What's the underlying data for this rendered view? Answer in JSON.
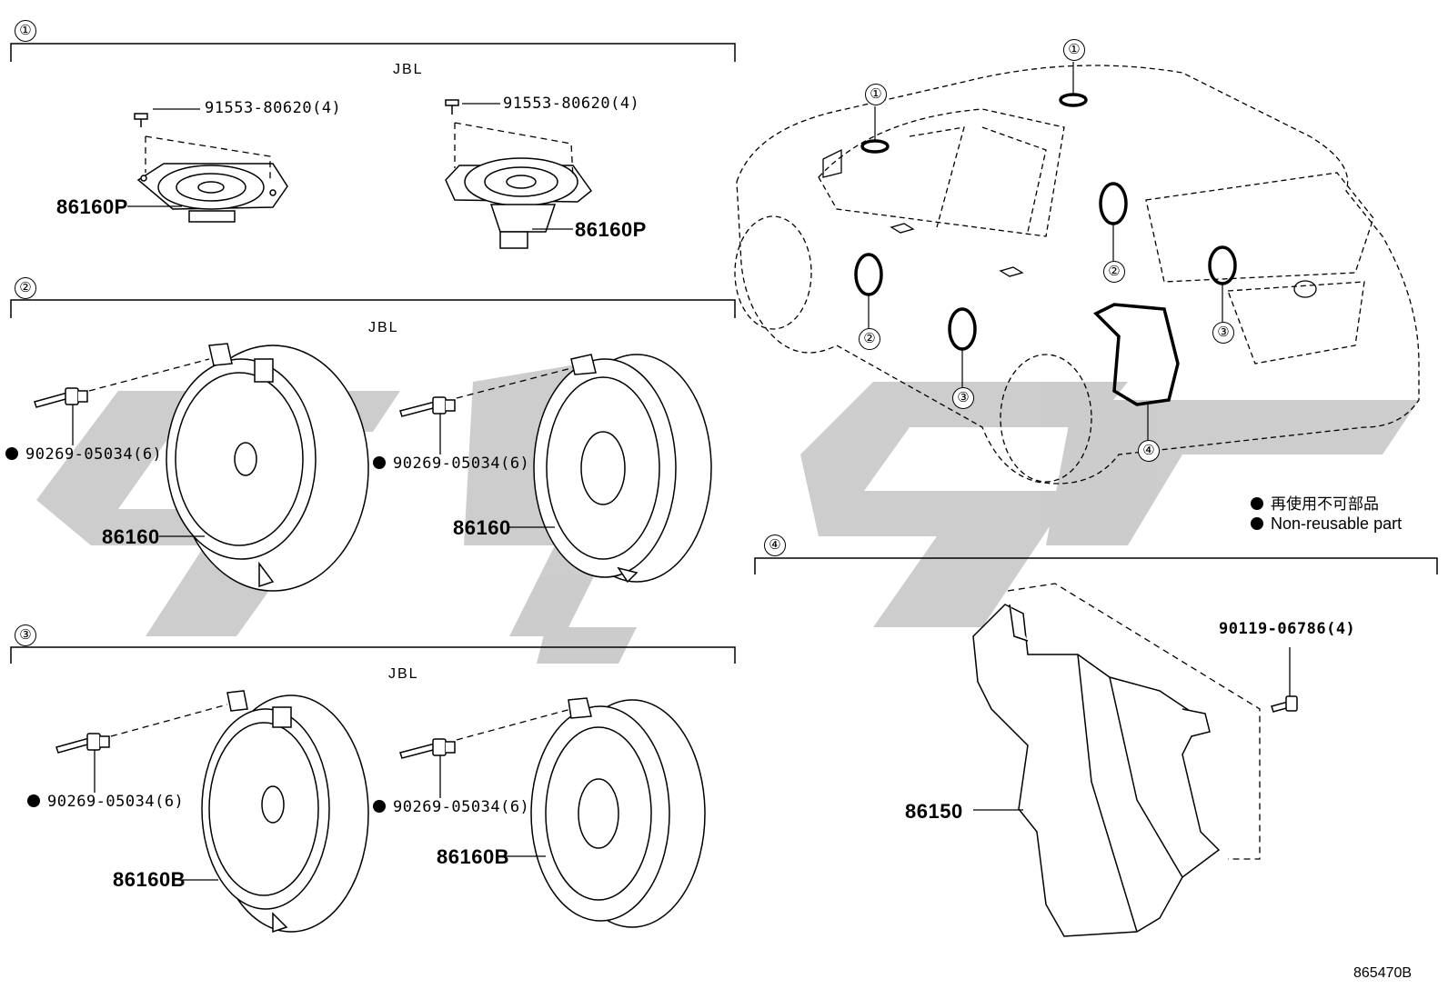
{
  "sections": [
    {
      "number": "①",
      "brand": "JBL"
    },
    {
      "number": "②",
      "brand": "JBL"
    },
    {
      "number": "③",
      "brand": "JBL"
    },
    {
      "number": "④"
    }
  ],
  "parts": {
    "s1_screw_left": "91553-80620(4)",
    "s1_screw_right": "91553-80620(4)",
    "s1_speaker_left": "86160P",
    "s1_speaker_right": "86160P",
    "s2_rivet_left": "90269-05034(6)",
    "s2_rivet_right": "90269-05034(6)",
    "s2_speaker_left": "86160",
    "s2_speaker_right": "86160",
    "s3_rivet_left": "90269-05034(6)",
    "s3_rivet_right": "90269-05034(6)",
    "s3_speaker_left": "86160B",
    "s3_speaker_right": "86160B",
    "s4_bolt": "90119-06786(4)",
    "s4_woofer": "86150"
  },
  "car_callouts": [
    "①",
    "①",
    "②",
    "②",
    "③",
    "③",
    "④"
  ],
  "legend": {
    "jp": "再使用不可部品",
    "en": "Non-reusable part"
  },
  "diagram_code": "865470B",
  "colors": {
    "line": "#000000",
    "watermark": "#bdbdbd"
  }
}
